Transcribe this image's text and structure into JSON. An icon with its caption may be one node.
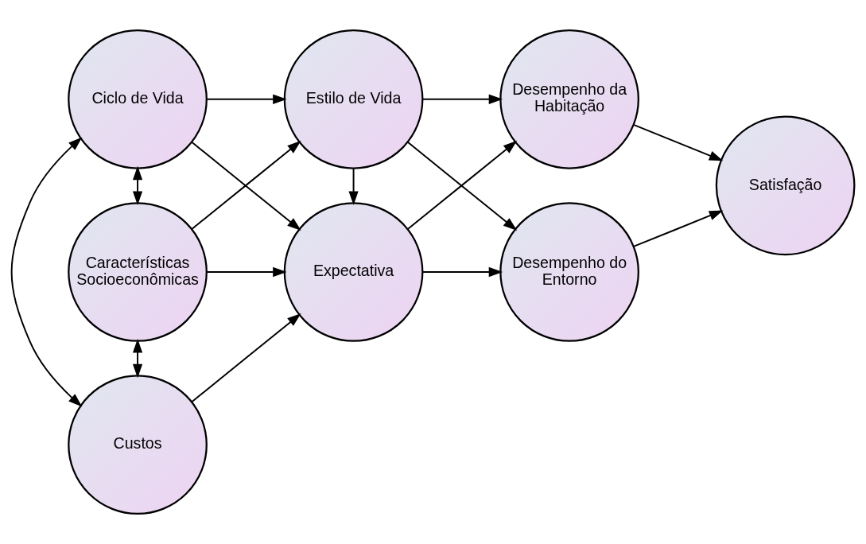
{
  "diagram": {
    "nodes": [
      {
        "text": [
          "Ciclo de Vida"
        ]
      },
      {
        "text": [
          "Características Socioeconômicas"
        ]
      },
      {
        "text": [
          "Custos"
        ]
      },
      {
        "text": [
          "Estilo de Vida"
        ]
      },
      {
        "text": [
          "Expectativa"
        ]
      },
      {
        "text": [
          "Desempenho da Habitação"
        ]
      },
      {
        "text": [
          "Desempenho do Entorno"
        ]
      },
      {
        "text": [
          "Satisfação"
        ]
      }
    ],
    "edges": [
      {
        "from": 0,
        "to": 3,
        "arrow": "to"
      },
      {
        "from": 0,
        "to": 4,
        "arrow": "to"
      },
      {
        "from": 1,
        "to": 3,
        "arrow": "to"
      },
      {
        "from": 1,
        "to": 4,
        "arrow": "to"
      },
      {
        "from": 2,
        "to": 4,
        "arrow": "to"
      },
      {
        "from": 3,
        "to": 5,
        "arrow": "to"
      },
      {
        "from": 3,
        "to": 4,
        "arrow": "to"
      },
      {
        "from": 3,
        "to": 6,
        "arrow": "to"
      },
      {
        "from": 4,
        "to": 5,
        "arrow": "to"
      },
      {
        "from": 4,
        "to": 6,
        "arrow": "to"
      },
      {
        "from": 5,
        "to": 7,
        "arrow": "to"
      },
      {
        "from": 6,
        "to": 7,
        "arrow": "to"
      },
      {
        "from": 0,
        "to": 1,
        "arrow": "both"
      },
      {
        "from": 1,
        "to": 2,
        "arrow": "both"
      },
      {
        "from": 0,
        "to": 2,
        "arrow": "both"
      }
    ]
  }
}
